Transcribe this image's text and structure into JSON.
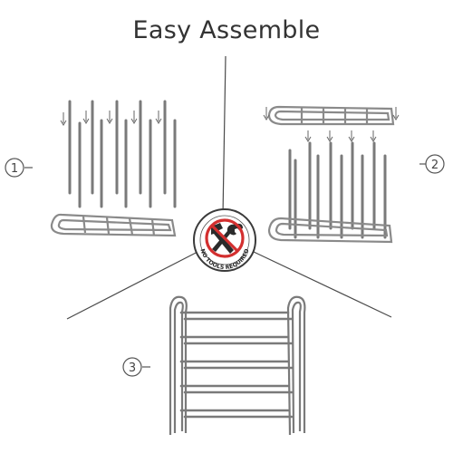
{
  "title": "Easy Assemble",
  "badge": {
    "text": "NO TOOLS REQUIRED",
    "icon": "no-tools-icon",
    "accent": "#d32f2f"
  },
  "steps": [
    {
      "number": "1"
    },
    {
      "number": "2"
    },
    {
      "number": "3"
    }
  ],
  "colors": {
    "line": "#555555",
    "pole": "#777777",
    "text": "#333333"
  }
}
